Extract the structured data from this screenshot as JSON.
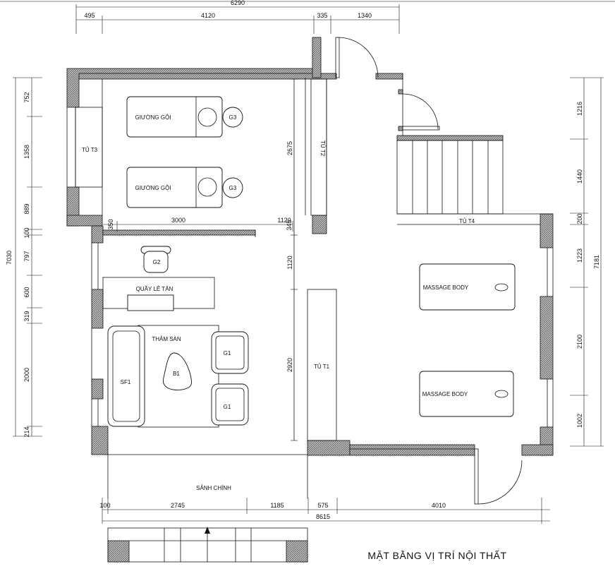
{
  "title": "MẶT BẰNG VỊ TRÍ NỘI THẤT",
  "dimensions": {
    "top_total": "6290",
    "top": [
      "495",
      "4120",
      "335",
      "1340"
    ],
    "left_total": "7030",
    "left": [
      "752",
      "1358",
      "889",
      "100",
      "797",
      "600",
      "319",
      "2000",
      "214"
    ],
    "right_total": "7181",
    "right": [
      "1216",
      "1440",
      "200",
      "1223",
      "2100",
      "1002"
    ],
    "bottom_total": "8615",
    "bottom": [
      "100",
      "2745",
      "1185",
      "575",
      "4010"
    ],
    "interior": {
      "d3000": "3000",
      "d350": "350",
      "d1120a": "1120",
      "d345": "345",
      "d2675": "2675",
      "d1120b": "1120",
      "d2920": "2920"
    }
  },
  "furniture": {
    "shampoo_bed_1": "GIƯỜNG GỘI",
    "shampoo_bed_2": "GIƯỜNG GỘI",
    "chair_g3_1": "G3",
    "chair_g3_2": "G3",
    "cabinet_t3": "TỦ T3",
    "cabinet_t2": "TỦ T2",
    "cabinet_t4": "TỦ T4",
    "cabinet_t1": "TỦ T1",
    "chair_g2": "G2",
    "reception": "QUẦY LỄ TÂN",
    "carpet": "THẢM SÀN",
    "sofa": "SF1",
    "table": "B1",
    "armchair_1": "G1",
    "armchair_2": "G1",
    "massage_bed_1": "MASSAGE BODY",
    "massage_bed_2": "MASSAGE BODY",
    "main_hall": "SẢNH CHÍNH"
  }
}
